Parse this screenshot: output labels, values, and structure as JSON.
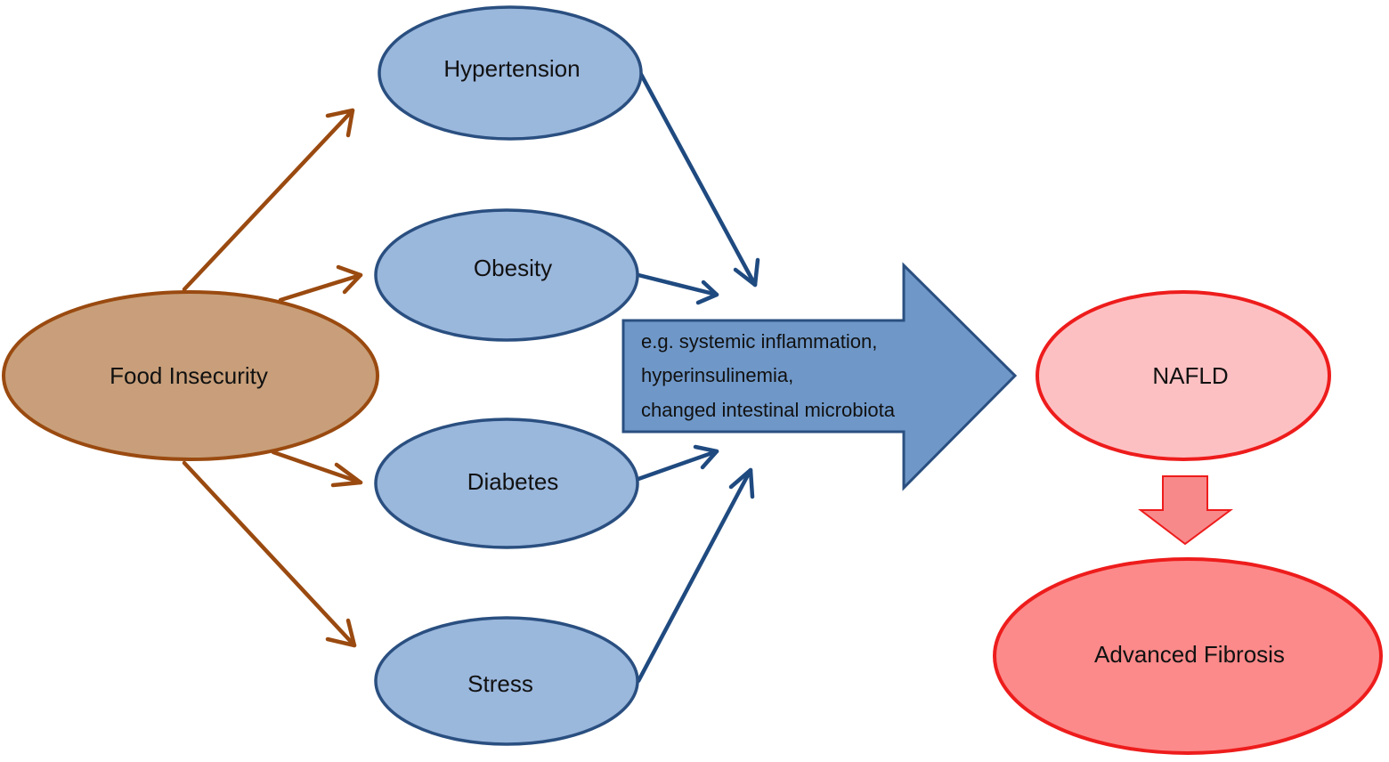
{
  "nodes": {
    "food_insecurity": "Food Insecurity",
    "hypertension": "Hypertension",
    "obesity": "Obesity",
    "diabetes": "Diabetes",
    "stress": "Stress",
    "nafld": "NAFLD",
    "advanced_fibrosis": "Advanced Fibrosis"
  },
  "mechanism": {
    "line1": "e.g. systemic inflammation,",
    "line2": "hyperinsulinemia,",
    "line3": "changed intestinal microbiota"
  },
  "colors": {
    "brown_fill": "#c89f7a",
    "brown_stroke": "#9a4a10",
    "blue_fill": "#9ab7dc",
    "blue_stroke": "#2a4f80",
    "big_arrow_fill": "#6f98c9",
    "nafld_fill": "#fdc0c2",
    "fibrosis_fill": "#fc8a8a",
    "red_stroke": "#ee1c1c",
    "small_arrow_fill": "#f7898b"
  }
}
